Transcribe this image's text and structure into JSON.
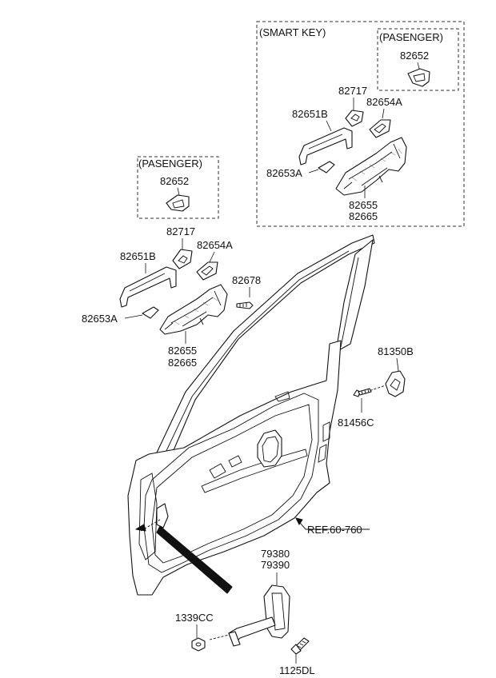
{
  "labels": {
    "smart_key_box": "(SMART KEY)",
    "pasenger_smart": "(PASENGER)",
    "pasenger_normal": "(PASENGER)",
    "p82652_smart": "82652",
    "p82652_normal": "82652",
    "p82717_smart": "82717",
    "p82654A_smart": "82654A",
    "p82651B_smart": "82651B",
    "p82653A_smart": "82653A",
    "p82655_smart": "82655",
    "p82665_smart": "82665",
    "p82717": "82717",
    "p82654A": "82654A",
    "p82651B": "82651B",
    "p82678": "82678",
    "p82653A": "82653A",
    "p82655": "82655",
    "p82665": "82665",
    "p81350B": "81350B",
    "p81456C": "81456C",
    "ref": "REF.60-760",
    "p79380": "79380",
    "p79390": "79390",
    "p1339CC": "1339CC",
    "p1125DL": "1125DL"
  }
}
